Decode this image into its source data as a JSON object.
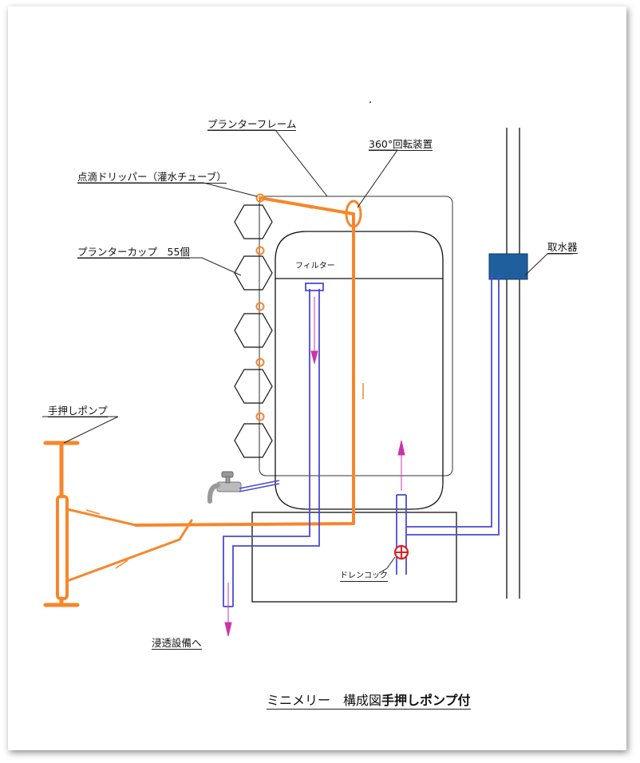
{
  "labels": {
    "planter_frame": "プランターフレーム",
    "rotation_device": "360°回転装置",
    "drip": "点滴ドリッパー（灌水チューブ）",
    "planter_cup": "プランターカップ　55個",
    "filter": "フィルター",
    "intake": "取水器",
    "hand_pump": "手押しポンプ",
    "drain_cock": "ドレンコック",
    "to_infiltration": "浸透設備へ"
  },
  "caption": {
    "main": "ミニメリー　構成図",
    "suffix": "手押しポンプ付"
  },
  "colors": {
    "orange_pipe": "#f7862a",
    "blue_pipe": "#4a4ad6",
    "line": "#222222",
    "intake_box": "#1f5f9e",
    "valve": "#e02020",
    "flow_arrow": "#cc33aa"
  }
}
